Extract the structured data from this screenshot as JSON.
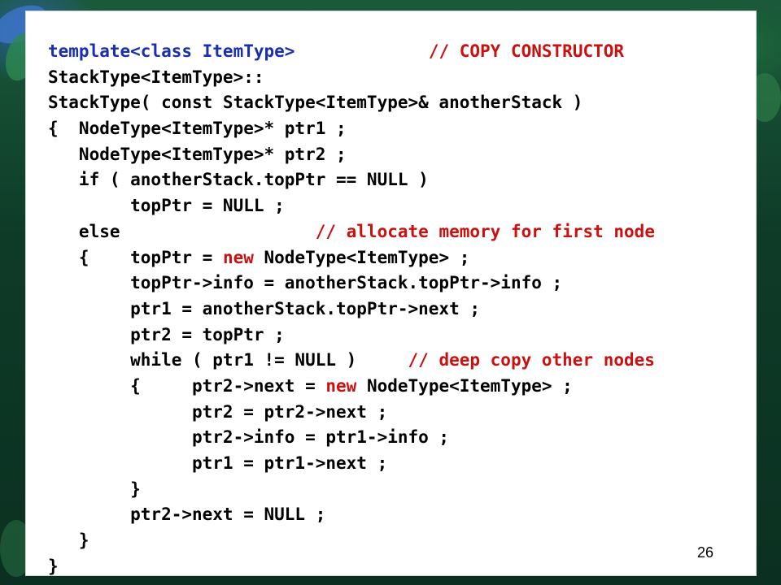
{
  "slide": {
    "page_number": "26",
    "colors": {
      "comment": "#cc1010",
      "keyword_new": "#cc1010",
      "first_line": "#1a2fb0",
      "text": "#000000"
    },
    "code": {
      "l01_a": "template<class ItemType>",
      "l01_pad": "             ",
      "l01_comment": "// COPY CONSTRUCTOR",
      "l02": "StackType<ItemType>::",
      "l03": "StackType( const StackType<ItemType>& anotherStack )",
      "l04": "{  NodeType<ItemType>* ptr1 ;",
      "l05": "   NodeType<ItemType>* ptr2 ;",
      "l06": "   if ( anotherStack.topPtr == NULL )",
      "l07": "        topPtr = NULL ;",
      "l08_a": "   else",
      "l08_pad": "                   ",
      "l08_comment": "// allocate memory for first node",
      "l09_a": "   {    topPtr = ",
      "l09_new": "new",
      "l09_b": " NodeType<ItemType> ;",
      "l10": "        topPtr->info = anotherStack.topPtr->info ;",
      "l11": "        ptr1 = anotherStack.topPtr->next ;",
      "l12": "        ptr2 = topPtr ;",
      "l13_a": "        while ( ptr1 != NULL )",
      "l13_pad": "     ",
      "l13_comment": "// deep copy other nodes",
      "l14_a": "        {     ptr2->next = ",
      "l14_new": "new",
      "l14_b": " NodeType<ItemType> ;",
      "l15": "              ptr2 = ptr2->next ;",
      "l16": "              ptr2->info = ptr1->info ;",
      "l17": "              ptr1 = ptr1->next ;",
      "l18": "        }",
      "l19": "        ptr2->next = NULL ;",
      "l20": "   }",
      "l21": "}"
    }
  }
}
